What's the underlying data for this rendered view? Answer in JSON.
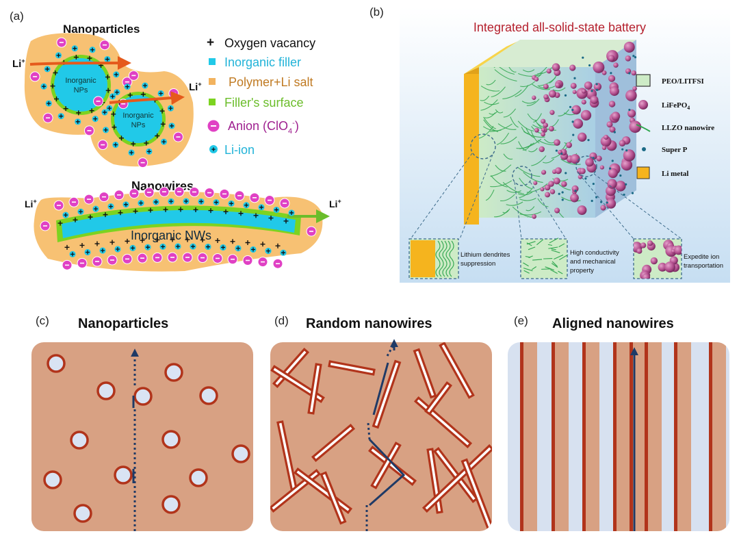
{
  "panel_a": {
    "label": "(a)",
    "np_title": "Nanoparticles",
    "nw_title": "Nanowires",
    "li_label": "Li",
    "li_sup": "+",
    "np_label_line1": "Inorganic",
    "np_label_line2": "NPs",
    "nw_label": "Inorganic NWs",
    "legend": {
      "vacancy": "Oxygen vacancy",
      "filler": "Inorganic filler",
      "polymer": "Polymer+Li salt",
      "surface": "Filler's surface",
      "anion": "Anion (ClO",
      "anion_sub": "4",
      "anion_sup": "-",
      "anion_close": ")",
      "liion": "Li-ion"
    },
    "colors": {
      "filler": "#21c9e8",
      "polymer": "#f7c173",
      "surface": "#7cd321",
      "anion": "#e041c4",
      "arrow": "#e55a1c"
    }
  },
  "panel_b": {
    "label": "(b)",
    "title": "Integrated all-solid-state battery",
    "legend": {
      "peo": "PEO/LITFSI",
      "lfp": "LiFePO",
      "lfp_sub": "4",
      "llzo": "LLZO nanowire",
      "superp": "Super P",
      "limetal": "Li metal"
    },
    "callouts": {
      "c1_line1": "Lithium dendrites",
      "c1_line2": "suppression",
      "c2_line1": "High conductivity",
      "c2_line2": "and mechanical",
      "c2_line3": "property",
      "c3_line1": "Expedite ion",
      "c3_line2": "transportation"
    },
    "colors": {
      "title": "#b5202d",
      "lfp": "#b4508f",
      "li": "#f5b41e",
      "fiber": "#2fa64e"
    }
  },
  "panel_c": {
    "label": "(c)",
    "title": "Nanoparticles"
  },
  "panel_d": {
    "label": "(d)",
    "title": "Random nanowires"
  },
  "panel_e": {
    "label": "(e)",
    "title": "Aligned nanowires"
  },
  "colors": {
    "matrix": "#d8a183",
    "filler_edge": "#b1341b",
    "path": "#1f3a66",
    "e_bg": "#d7e1f0"
  }
}
